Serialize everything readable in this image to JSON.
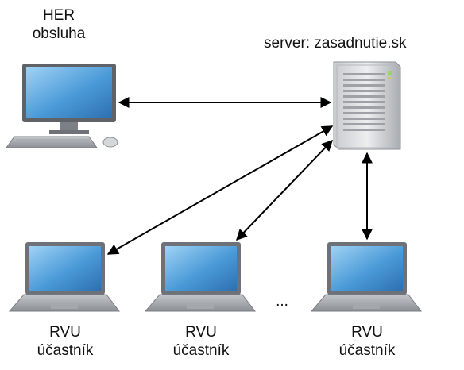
{
  "desktop": {
    "line1": "HER",
    "line2": "obsluha",
    "icon": "desktop-computer-icon"
  },
  "server": {
    "label": "server: zasadnutie.sk",
    "icon": "server-tower-icon"
  },
  "laptops": [
    {
      "line1": "RVU",
      "line2": "účastník",
      "icon": "laptop-icon"
    },
    {
      "line1": "RVU",
      "line2": "účastník",
      "icon": "laptop-icon"
    },
    {
      "line1": "RVU",
      "line2": "účastník",
      "icon": "laptop-icon"
    }
  ],
  "ellipsis": "...",
  "colors": {
    "screen": "#3a87c8",
    "screen_light": "#7fbfee",
    "device_frame": "#8e9297",
    "arrow": "#000000"
  }
}
